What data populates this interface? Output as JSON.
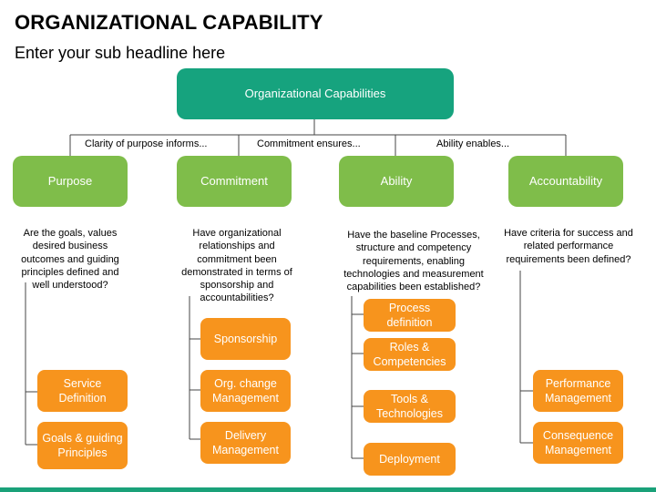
{
  "slide": {
    "title": "ORGANIZATIONAL CAPABILITY",
    "subtitle": "Enter your sub headline here"
  },
  "root": {
    "label": "Organizational Capabilities"
  },
  "connectors": [
    "Clarity of purpose informs...",
    "Commitment ensures...",
    "Ability enables..."
  ],
  "columns": [
    {
      "label": "Purpose",
      "question": "Are the goals, values desired business outcomes and guiding principles defined and well understood?",
      "items": [
        "Service Definition",
        "Goals & guiding Principles"
      ]
    },
    {
      "label": "Commitment",
      "question": "Have organizational relationships and commitment been demonstrated in terms of sponsorship and accountabilities?",
      "items": [
        "Sponsorship",
        "Org. change Management",
        "Delivery Management"
      ]
    },
    {
      "label": "Ability",
      "question": "Have the baseline Processes, structure and competency requirements, enabling technologies and measurement capabilities been established?",
      "items": [
        "Process definition",
        "Roles & Competencies",
        "Tools & Technologies",
        "Deployment"
      ]
    },
    {
      "label": "Accountability",
      "question": "Have criteria for success and related performance requirements been defined?",
      "items": [
        "Performance Management",
        "Consequence Management"
      ]
    }
  ],
  "colors": {
    "root": "#16a37e",
    "category": "#7fbd4a",
    "item": "#f7941d",
    "accent_bar": "#1aa179"
  }
}
